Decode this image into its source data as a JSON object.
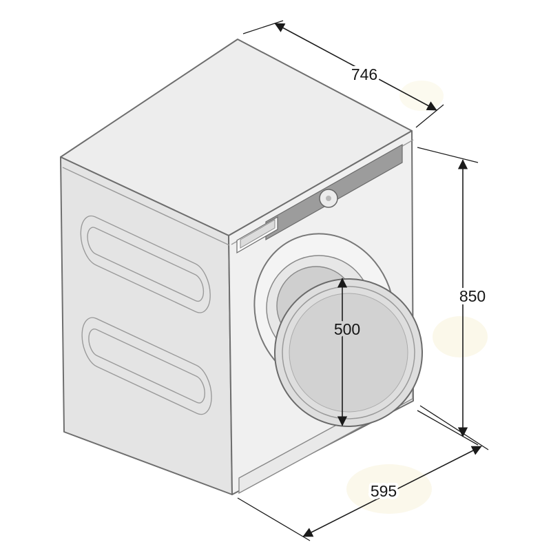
{
  "figure": {
    "type": "isometric-dimension-diagram",
    "description": "Line drawing of a front-loading washing machine with the round door swung open, annotated with overall dimensions",
    "labels": {
      "depth": "746",
      "height": "850",
      "width": "595",
      "door_diameter": "500"
    },
    "colors": {
      "background": "#ffffff",
      "outline": "#6e6e6e",
      "light_line": "#9a9a9a",
      "dimension_line": "#1a1a1a",
      "top_face": "#ededed",
      "side_face": "#e4e4e4",
      "front_face": "#f0f0f0",
      "panel_band": "#9c9c9c",
      "door_fill": "#dedede",
      "door_glass": "#d2d2d2",
      "drum": "#cfcfcf",
      "door_frame": "#f4f4f4",
      "porthole_ring": "#e7e7e7",
      "kick_plate": "#e9e9e9",
      "highlight": "#f7f2d8"
    }
  }
}
